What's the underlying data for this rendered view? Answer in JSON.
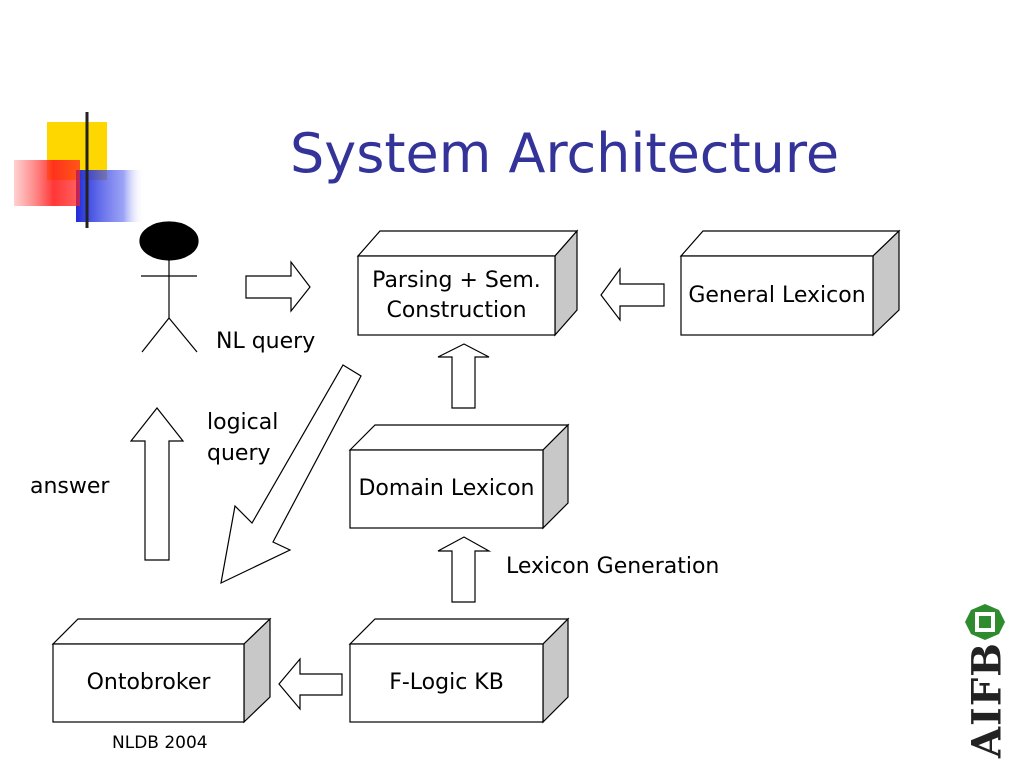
{
  "slide": {
    "title": "System Architecture",
    "footer": "NLDB 2004"
  },
  "diagram": {
    "boxes": {
      "parsing": "Parsing + Sem.\nConstruction",
      "general_lexicon": "General Lexicon",
      "domain_lexicon": "Domain Lexicon",
      "ontobroker": "Ontobroker",
      "flogic_kb": "F-Logic KB"
    },
    "labels": {
      "nl_query": "NL query",
      "logical_query": "logical\nquery",
      "answer": "answer",
      "lexicon_generation": "Lexicon Generation"
    }
  },
  "logo": {
    "text": "AIFB",
    "accent_color": "#2e8b2e"
  },
  "colors": {
    "title": "#333399",
    "deco_yellow": "#ffd700",
    "deco_red": "#ff3b3b",
    "deco_blue": "#2233dd"
  }
}
